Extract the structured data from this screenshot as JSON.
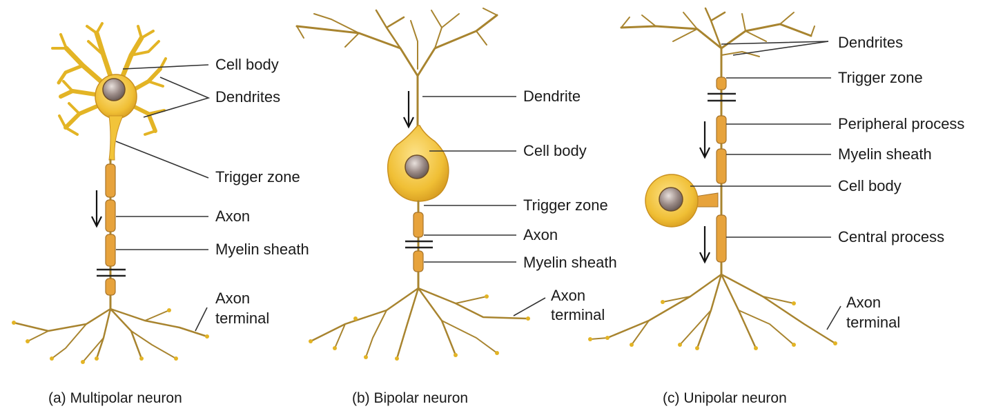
{
  "panels": {
    "multipolar": {
      "caption": "(a) Multipolar neuron",
      "labels": {
        "cell_body": "Cell body",
        "dendrites": "Dendrites",
        "trigger_zone": "Trigger zone",
        "axon": "Axon",
        "myelin_sheath": "Myelin sheath",
        "axon_terminal_1": "Axon",
        "axon_terminal_2": "terminal"
      }
    },
    "bipolar": {
      "caption": "(b) Bipolar neuron",
      "labels": {
        "dendrite": "Dendrite",
        "cell_body": "Cell body",
        "trigger_zone": "Trigger zone",
        "axon": "Axon",
        "myelin_sheath": "Myelin sheath",
        "axon_terminal_1": "Axon",
        "axon_terminal_2": "terminal"
      }
    },
    "unipolar": {
      "caption": "(c) Unipolar neuron",
      "labels": {
        "dendrites": "Dendrites",
        "trigger_zone": "Trigger zone",
        "peripheral_process": "Peripheral process",
        "myelin_sheath": "Myelin sheath",
        "cell_body": "Cell body",
        "central_process": "Central process",
        "axon_terminal_1": "Axon",
        "axon_terminal_2": "terminal"
      }
    }
  },
  "colors": {
    "branch": "#a8842f",
    "cell_yellow": "#f2c43a",
    "myelin": "#e7a33c",
    "nucleus": "#9a8a86"
  }
}
